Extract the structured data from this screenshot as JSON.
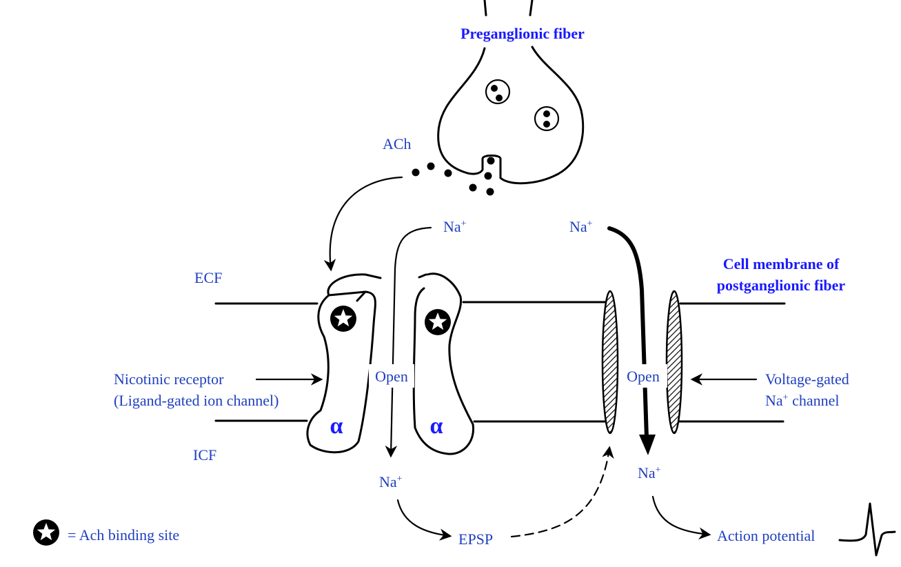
{
  "labels": {
    "preganglionic": "Preganglionic fiber",
    "ach": "ACh",
    "na_left_top": "Na",
    "na_right_top": "Na",
    "plus": "+",
    "ecf": "ECF",
    "icf": "ICF",
    "cell_membrane_line1": "Cell membrane of",
    "cell_membrane_line2": "postganglionic fiber",
    "nicotinic_line1": "Nicotinic receptor",
    "nicotinic_line2": "(Ligand-gated ion channel)",
    "open_left": "Open",
    "open_right": "Open",
    "alpha_left": "α",
    "alpha_right": "α",
    "voltage_line1": "Voltage-gated",
    "voltage_line2_suffix": " channel",
    "voltage_na": "Na",
    "na_left_bottom": "Na",
    "na_right_bottom": "Na",
    "epsp": "EPSP",
    "action_potential": "Action potential",
    "legend": "= Ach binding site"
  },
  "icons": {
    "binding_site": "star-in-circle-icon",
    "action_potential_trace": "spike-waveform-icon"
  },
  "colors": {
    "label": "#1f3fbf",
    "label_bold": "#1a1aff",
    "line": "#000000"
  }
}
